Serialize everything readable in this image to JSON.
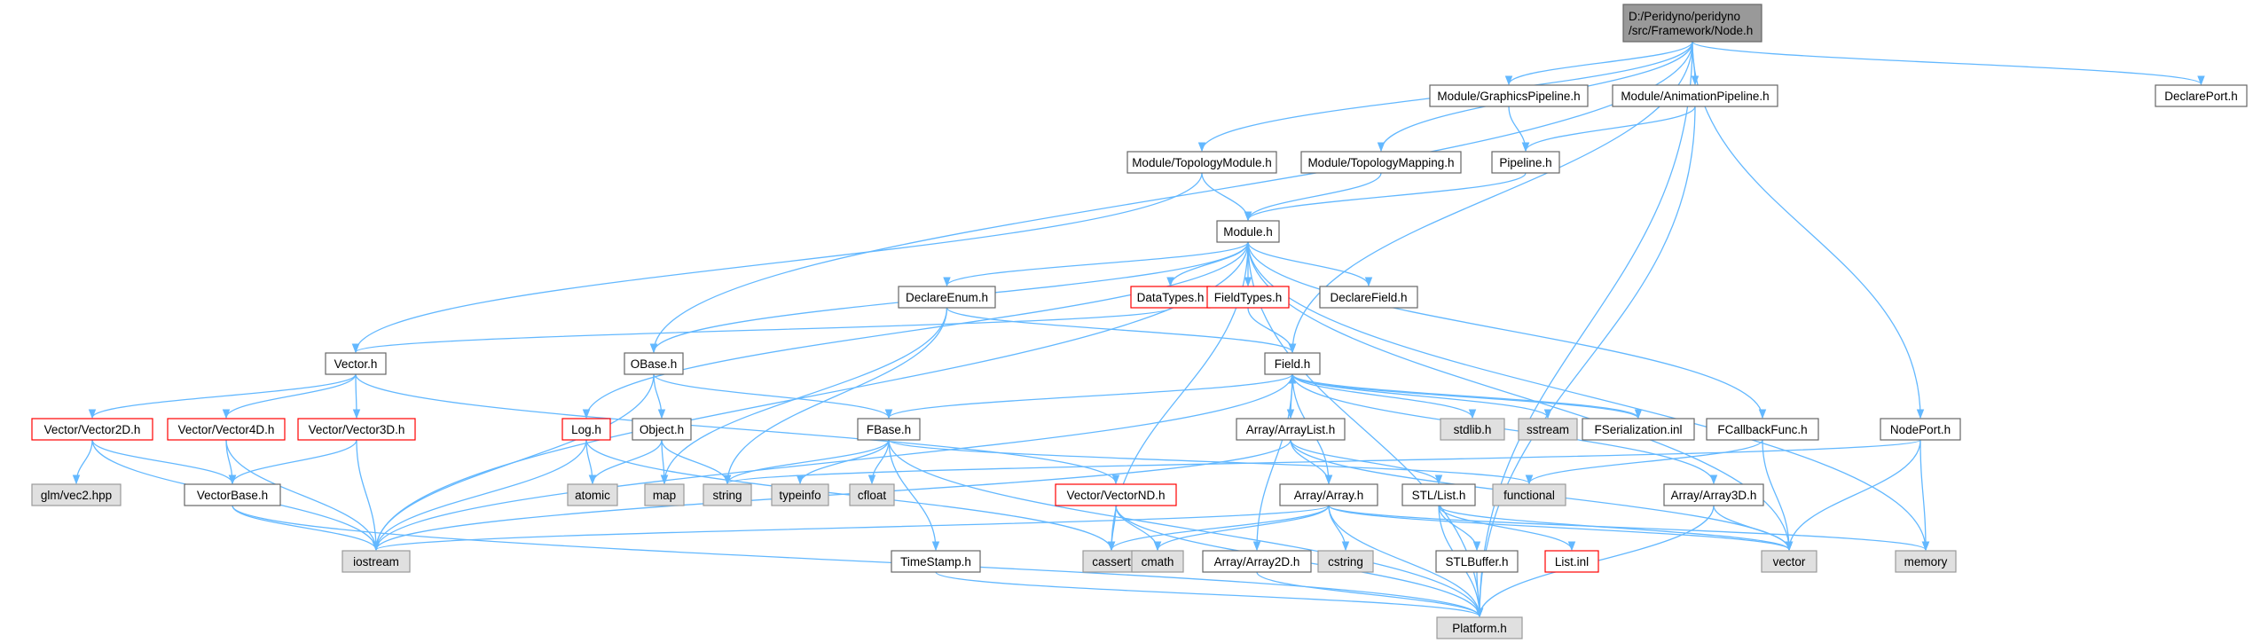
{
  "colors": {
    "root_fill": "#999999",
    "root_stroke": "#666666",
    "normal_fill": "#ffffff",
    "normal_stroke": "#666666",
    "red_fill": "#ffffff",
    "red_stroke": "#ff0000",
    "std_fill": "#e0e0e0",
    "std_stroke": "#999999",
    "edge": "#63b8ff"
  },
  "nodes": [
    {
      "id": "node_h",
      "lines": [
        "D:/Peridyno/peridyno",
        "/src/Framework/Node.h"
      ],
      "style": "root"
    },
    {
      "id": "graphics_pipeline",
      "lines": [
        "Module/GraphicsPipeline.h"
      ],
      "style": "normal"
    },
    {
      "id": "animation_pipeline",
      "lines": [
        "Module/AnimationPipeline.h"
      ],
      "style": "normal"
    },
    {
      "id": "declare_port",
      "lines": [
        "DeclarePort.h"
      ],
      "style": "normal"
    },
    {
      "id": "topology_module",
      "lines": [
        "Module/TopologyModule.h"
      ],
      "style": "normal"
    },
    {
      "id": "topology_mapping",
      "lines": [
        "Module/TopologyMapping.h"
      ],
      "style": "normal"
    },
    {
      "id": "pipeline",
      "lines": [
        "Pipeline.h"
      ],
      "style": "normal"
    },
    {
      "id": "module",
      "lines": [
        "Module.h"
      ],
      "style": "normal"
    },
    {
      "id": "data_types",
      "lines": [
        "DataTypes.h"
      ],
      "style": "red"
    },
    {
      "id": "declare_enum",
      "lines": [
        "DeclareEnum.h"
      ],
      "style": "normal"
    },
    {
      "id": "field_types",
      "lines": [
        "FieldTypes.h"
      ],
      "style": "red"
    },
    {
      "id": "declare_field",
      "lines": [
        "DeclareField.h"
      ],
      "style": "normal"
    },
    {
      "id": "vector",
      "lines": [
        "Vector.h"
      ],
      "style": "normal"
    },
    {
      "id": "obase",
      "lines": [
        "OBase.h"
      ],
      "style": "normal"
    },
    {
      "id": "field",
      "lines": [
        "Field.h"
      ],
      "style": "normal"
    },
    {
      "id": "vector2d",
      "lines": [
        "Vector/Vector2D.h"
      ],
      "style": "red"
    },
    {
      "id": "vector4d",
      "lines": [
        "Vector/Vector4D.h"
      ],
      "style": "red"
    },
    {
      "id": "vector3d",
      "lines": [
        "Vector/Vector3D.h"
      ],
      "style": "red"
    },
    {
      "id": "log",
      "lines": [
        "Log.h"
      ],
      "style": "red"
    },
    {
      "id": "object",
      "lines": [
        "Object.h"
      ],
      "style": "normal"
    },
    {
      "id": "fbase",
      "lines": [
        "FBase.h"
      ],
      "style": "normal"
    },
    {
      "id": "stdlib",
      "lines": [
        "stdlib.h"
      ],
      "style": "std"
    },
    {
      "id": "sstream",
      "lines": [
        "sstream"
      ],
      "style": "std"
    },
    {
      "id": "fserialization",
      "lines": [
        "FSerialization.inl"
      ],
      "style": "normal"
    },
    {
      "id": "array_list",
      "lines": [
        "Array/ArrayList.h"
      ],
      "style": "normal"
    },
    {
      "id": "fcallback",
      "lines": [
        "FCallbackFunc.h"
      ],
      "style": "normal"
    },
    {
      "id": "node_port",
      "lines": [
        "NodePort.h"
      ],
      "style": "normal"
    },
    {
      "id": "glm_vec2",
      "lines": [
        "glm/vec2.hpp"
      ],
      "style": "std"
    },
    {
      "id": "vector_base",
      "lines": [
        "VectorBase.h"
      ],
      "style": "normal"
    },
    {
      "id": "atomic",
      "lines": [
        "atomic"
      ],
      "style": "std"
    },
    {
      "id": "map",
      "lines": [
        "map"
      ],
      "style": "std"
    },
    {
      "id": "string",
      "lines": [
        "string"
      ],
      "style": "std"
    },
    {
      "id": "typeinfo",
      "lines": [
        "typeinfo"
      ],
      "style": "std"
    },
    {
      "id": "cfloat",
      "lines": [
        "cfloat"
      ],
      "style": "std"
    },
    {
      "id": "vector_nd",
      "lines": [
        "Vector/VectorND.h"
      ],
      "style": "red"
    },
    {
      "id": "functional",
      "lines": [
        "functional"
      ],
      "style": "std"
    },
    {
      "id": "array",
      "lines": [
        "Array/Array.h"
      ],
      "style": "normal"
    },
    {
      "id": "stl_list",
      "lines": [
        "STL/List.h"
      ],
      "style": "normal"
    },
    {
      "id": "array3d",
      "lines": [
        "Array/Array3D.h"
      ],
      "style": "normal"
    },
    {
      "id": "iostream",
      "lines": [
        "iostream"
      ],
      "style": "std"
    },
    {
      "id": "timestamp",
      "lines": [
        "TimeStamp.h"
      ],
      "style": "normal"
    },
    {
      "id": "cassert",
      "lines": [
        "cassert"
      ],
      "style": "std"
    },
    {
      "id": "cmath",
      "lines": [
        "cmath"
      ],
      "style": "std"
    },
    {
      "id": "array2d",
      "lines": [
        "Array/Array2D.h"
      ],
      "style": "normal"
    },
    {
      "id": "cstring",
      "lines": [
        "cstring"
      ],
      "style": "std"
    },
    {
      "id": "stl_buffer",
      "lines": [
        "STLBuffer.h"
      ],
      "style": "normal"
    },
    {
      "id": "list_inl",
      "lines": [
        "List.inl"
      ],
      "style": "red"
    },
    {
      "id": "std_vector",
      "lines": [
        "vector"
      ],
      "style": "std"
    },
    {
      "id": "memory",
      "lines": [
        "memory"
      ],
      "style": "std"
    },
    {
      "id": "platform",
      "lines": [
        "Platform.h"
      ],
      "style": "std"
    }
  ]
}
